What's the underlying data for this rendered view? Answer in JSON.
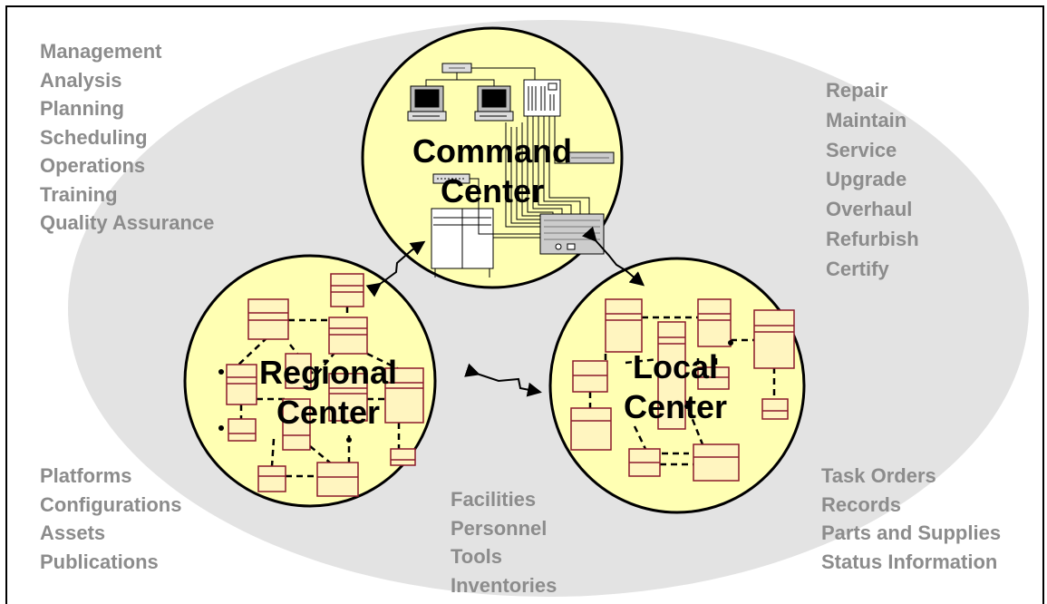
{
  "lists": {
    "top_left": [
      "Management",
      "Analysis",
      "Planning",
      "Scheduling",
      "Operations",
      "Training",
      "Quality Assurance"
    ],
    "top_right": [
      "Repair",
      "Maintain",
      "Service",
      "Upgrade",
      "Overhaul",
      "Refurbish",
      "Certify"
    ],
    "bottom_left": [
      "Platforms",
      "Configurations",
      "Assets",
      "Publications"
    ],
    "bottom_middle": [
      "Facilities",
      "Personnel",
      "Tools",
      "Inventories"
    ],
    "bottom_right": [
      "Task Orders",
      "Records",
      "Parts and Supplies",
      "Status Information"
    ]
  },
  "centers": {
    "command": {
      "line1": "Command",
      "line2": "Center"
    },
    "regional": {
      "line1": "Regional",
      "line2": "Center"
    },
    "local": {
      "line1": "Local",
      "line2": "Center"
    }
  },
  "colors": {
    "ellipse": "#e3e3e3",
    "circle_fill": "#ffffb3",
    "list_text": "#8c8c8c",
    "box_stroke": "#8b1a2b",
    "box_fill": "#fff5c0"
  }
}
